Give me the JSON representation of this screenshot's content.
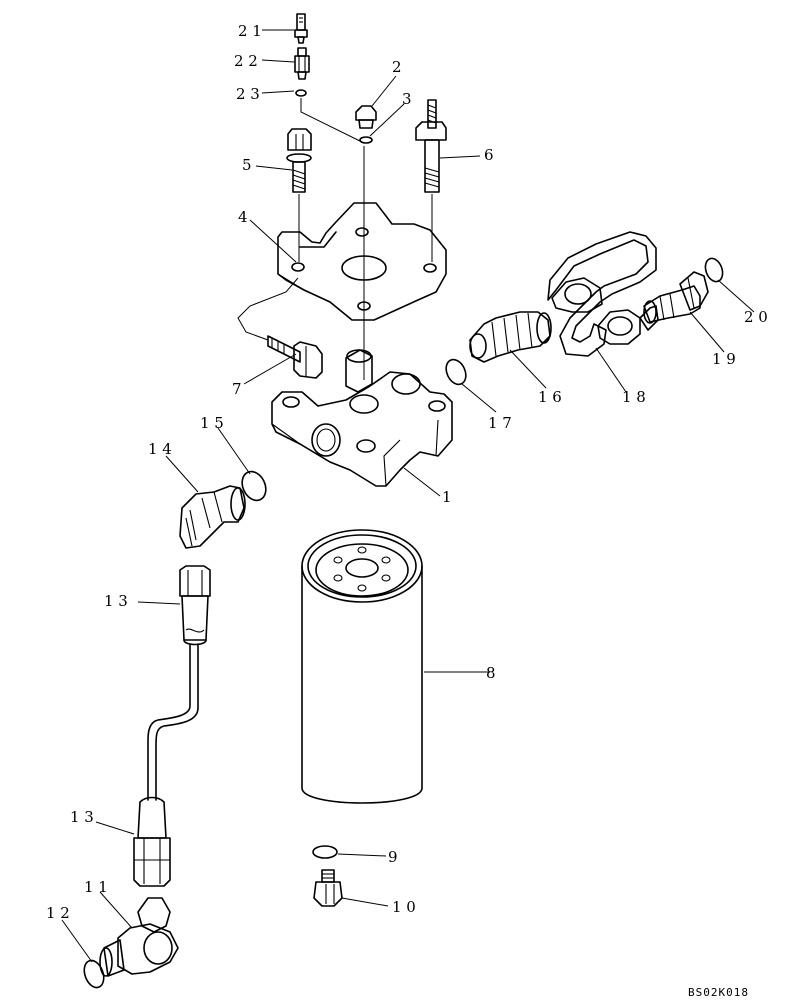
{
  "labels": {
    "p1": "1",
    "p2": "2",
    "p3": "3",
    "p4": "4",
    "p5": "5",
    "p6": "6",
    "p7": "7",
    "p8": "8",
    "p9": "9",
    "p10": "1 0",
    "p11": "1 1",
    "p12": "1 2",
    "p13a": "1 3",
    "p13b": "1 3",
    "p14": "1 4",
    "p15": "1 5",
    "p16": "1 6",
    "p17": "1 7",
    "p18": "1 8",
    "p19": "1 9",
    "p20": "2 0",
    "p21": "2 1",
    "p22": "2 2",
    "p23": "2 3"
  },
  "drawing_code": "BS02K018"
}
